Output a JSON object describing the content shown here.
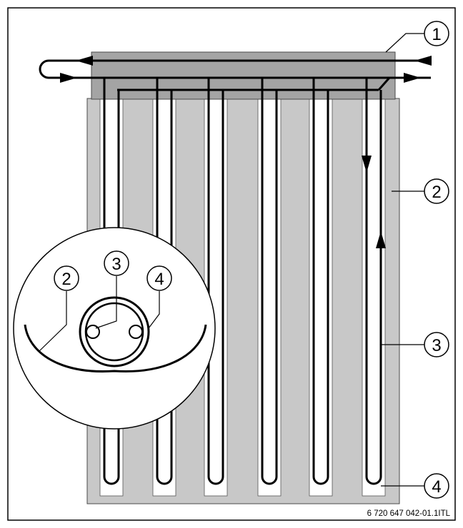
{
  "figure_code": "6 720 647 042-01.1ITL",
  "callouts": {
    "manifold": "1",
    "absorber": "2",
    "tube": "3",
    "channel": "4"
  },
  "inset": {
    "absorber": "2",
    "tube": "3",
    "channel": "4"
  },
  "colors": {
    "border": "#000000",
    "panel": "#c8c8c8",
    "manifold": "#a4a4a4",
    "channel": "#ffffff",
    "pipe": "#000000"
  }
}
